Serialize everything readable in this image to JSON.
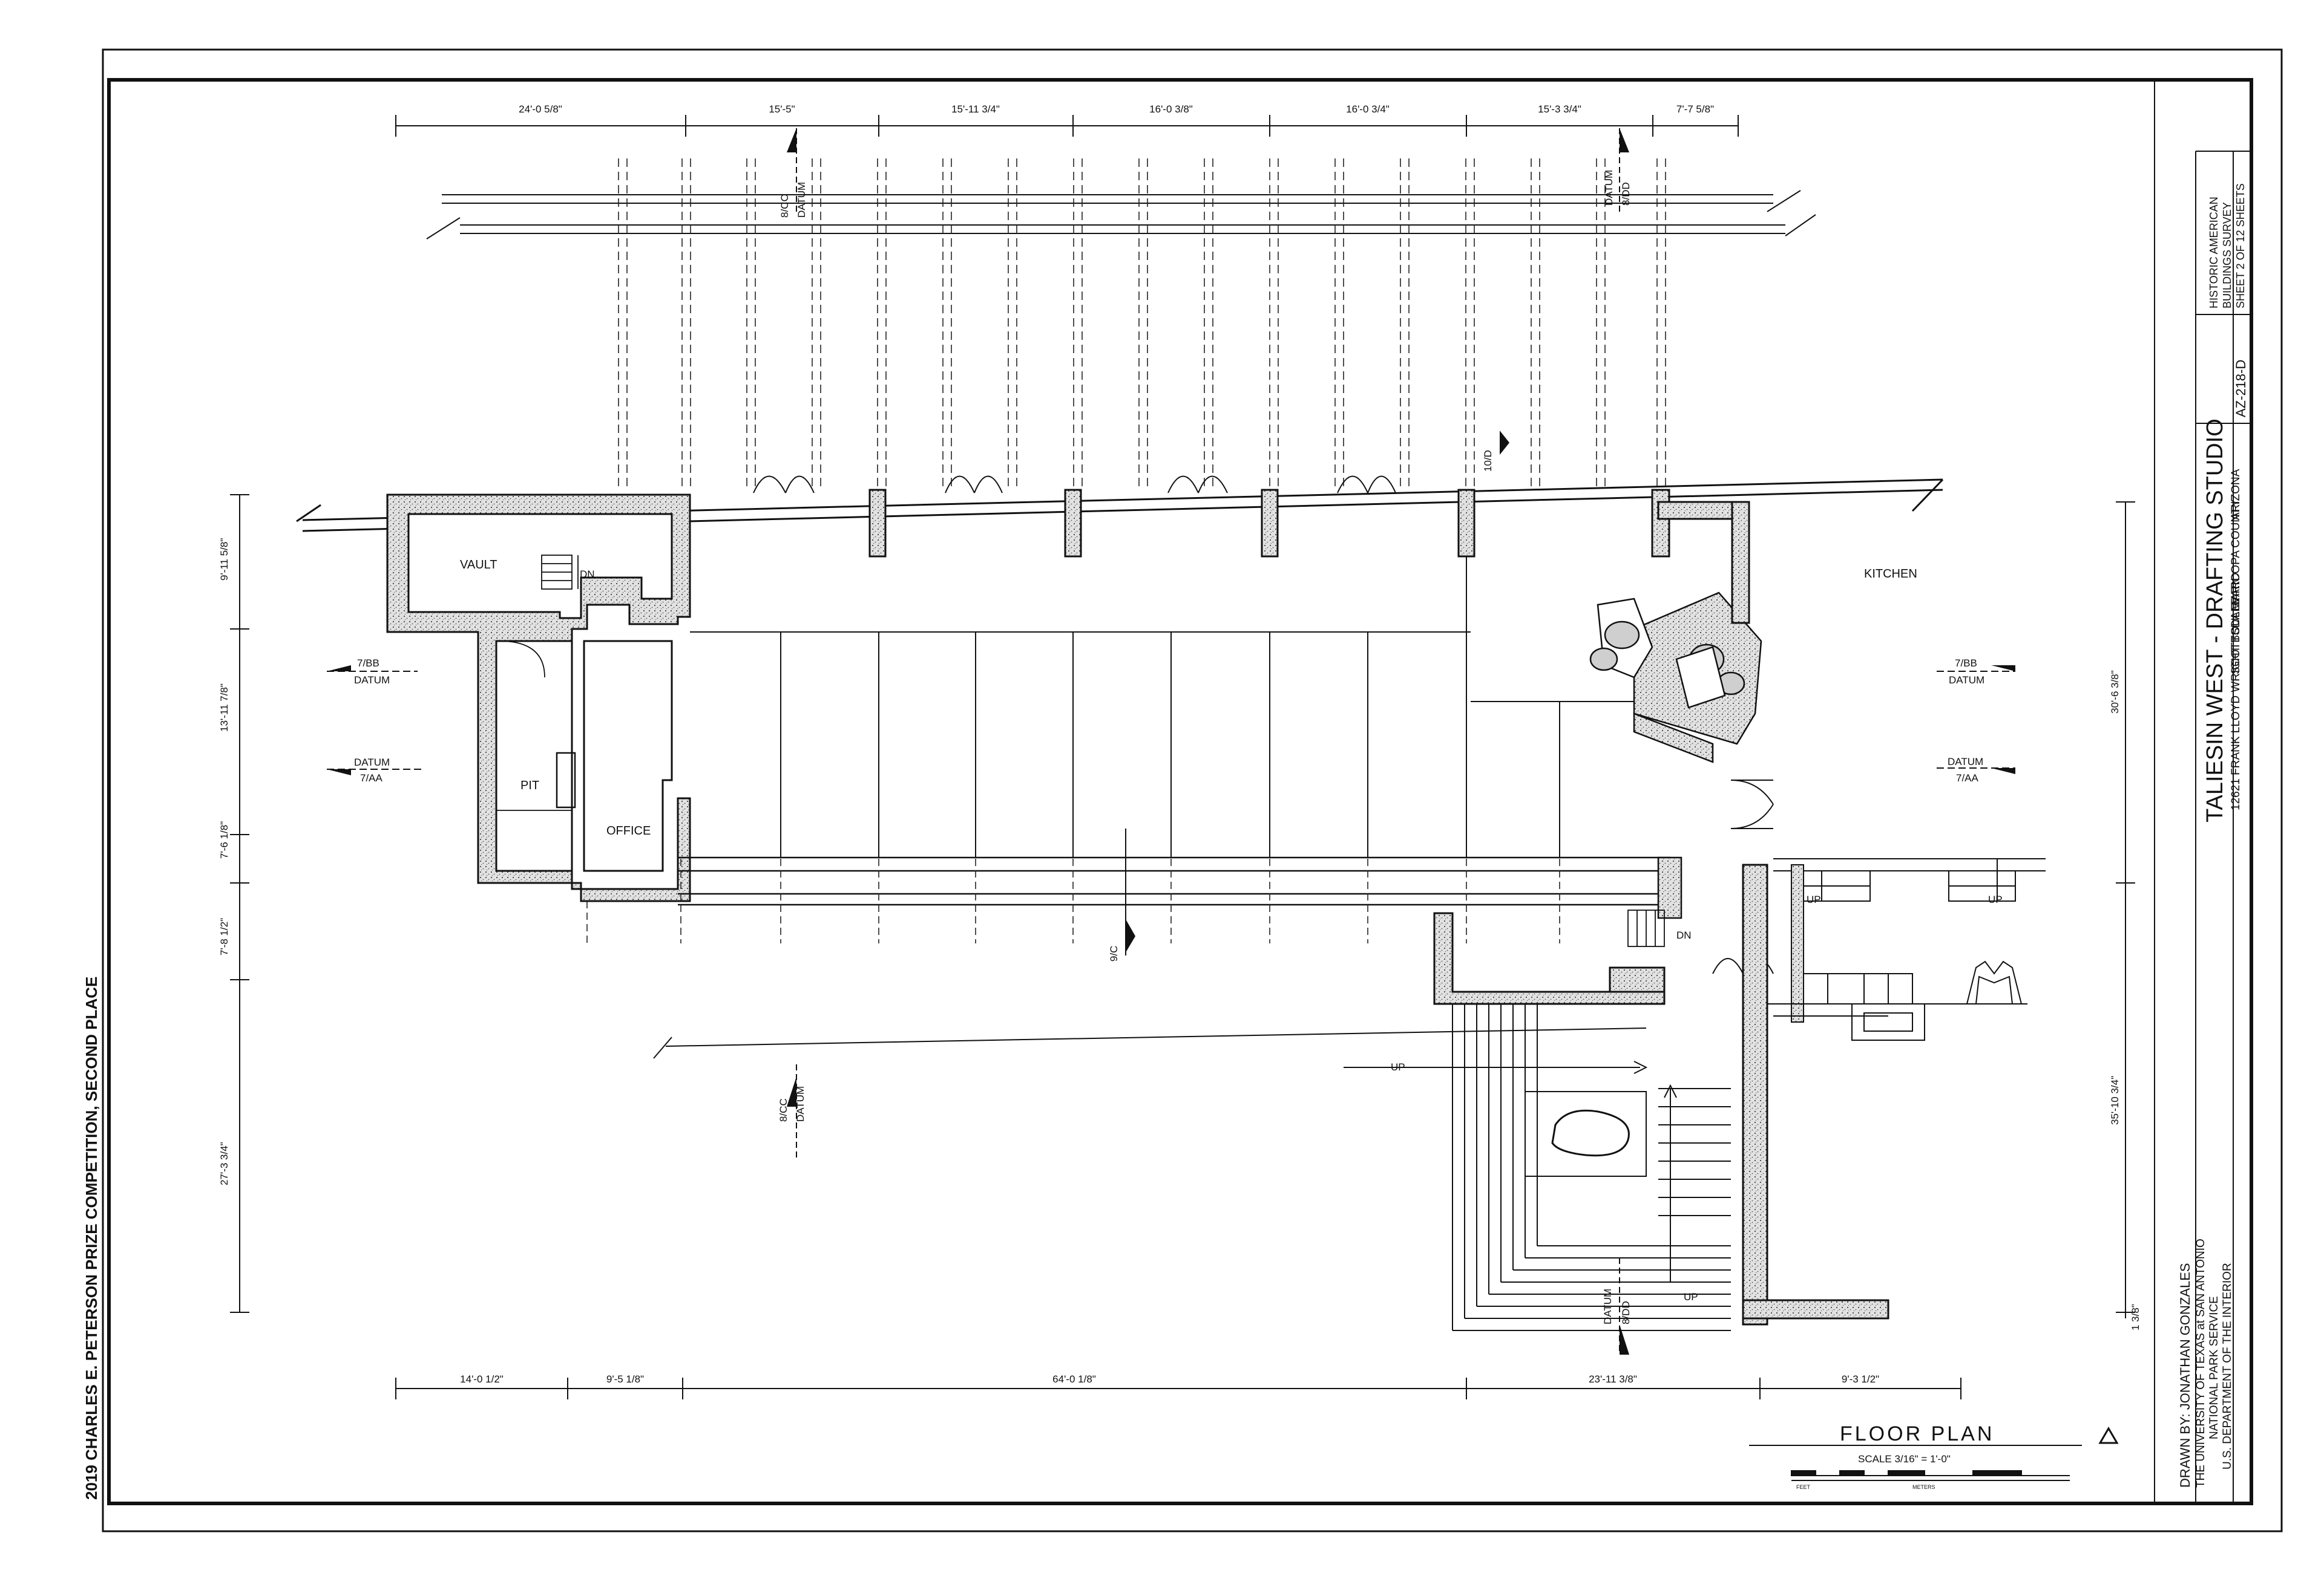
{
  "side_caption": "2019 CHARLES E. PETERSON PRIZE COMPETITION, SECOND PLACE",
  "top_dimensions": [
    "24'-0 5/8\"",
    "15'-5\"",
    "15'-11 3/4\"",
    "16'-0 3/8\"",
    "16'-0 3/4\"",
    "15'-3 3/4\"",
    "7'-7 5/8\""
  ],
  "bottom_dimensions": [
    "14'-0 1/2\"",
    "9'-5 1/8\"",
    "64'-0 1/8\"",
    "23'-11 3/8\"",
    "9'-3 1/2\""
  ],
  "left_dimensions": [
    "9'-11 5/8\"",
    "13'-11 7/8\"",
    "7'-6 1/8\"",
    "7'-8 1/2\"",
    "27'-3 3/4\""
  ],
  "right_dimensions": [
    "30'-6 3/8\"",
    "35'-10 3/4\"",
    "1 3/8\""
  ],
  "rooms": {
    "vault": "VAULT",
    "pit": "PIT",
    "office": "OFFICE",
    "kitchen": "KITCHEN"
  },
  "stair_labels": {
    "dn": "DN",
    "up": "UP"
  },
  "section_markers": {
    "cc": "8/CC",
    "dd": "8/DD",
    "datum": "DATUM",
    "bb": "7/BB",
    "aa": "7/AA",
    "d10": "10/D",
    "c9": "9/C"
  },
  "drawing_title": {
    "title": "FLOOR PLAN",
    "scale": "SCALE 3/16\" = 1'-0\"",
    "scale_feet": "FEET",
    "scale_meters": "METERS"
  },
  "drawn_by": {
    "line1": "DRAWN BY: JONATHAN GONZALES",
    "line2": "THE UNIVERSITY OF TEXAS at SAN ANTONIO",
    "line3": "NATIONAL PARK SERVICE",
    "line4": "U.S. DEPARTMENT OF THE INTERIOR"
  },
  "project": {
    "title": "TALIESIN WEST - DRAFTING STUDIO",
    "address": "12621 FRANK LLOYD WRIGHT BOULEVARD",
    "city": "SCOTTSDALE",
    "county": "MARICOPA COUNTY",
    "state": "ARIZONA"
  },
  "survey": {
    "line1": "HISTORIC AMERICAN",
    "line2": "BUILDINGS SURVEY",
    "number": "AZ-218-D",
    "sheet": "SHEET 2 OF 12 SHEETS"
  },
  "colors": {
    "ink": "#111111",
    "paper": "#ffffff",
    "stone": "#cfcfcf"
  }
}
